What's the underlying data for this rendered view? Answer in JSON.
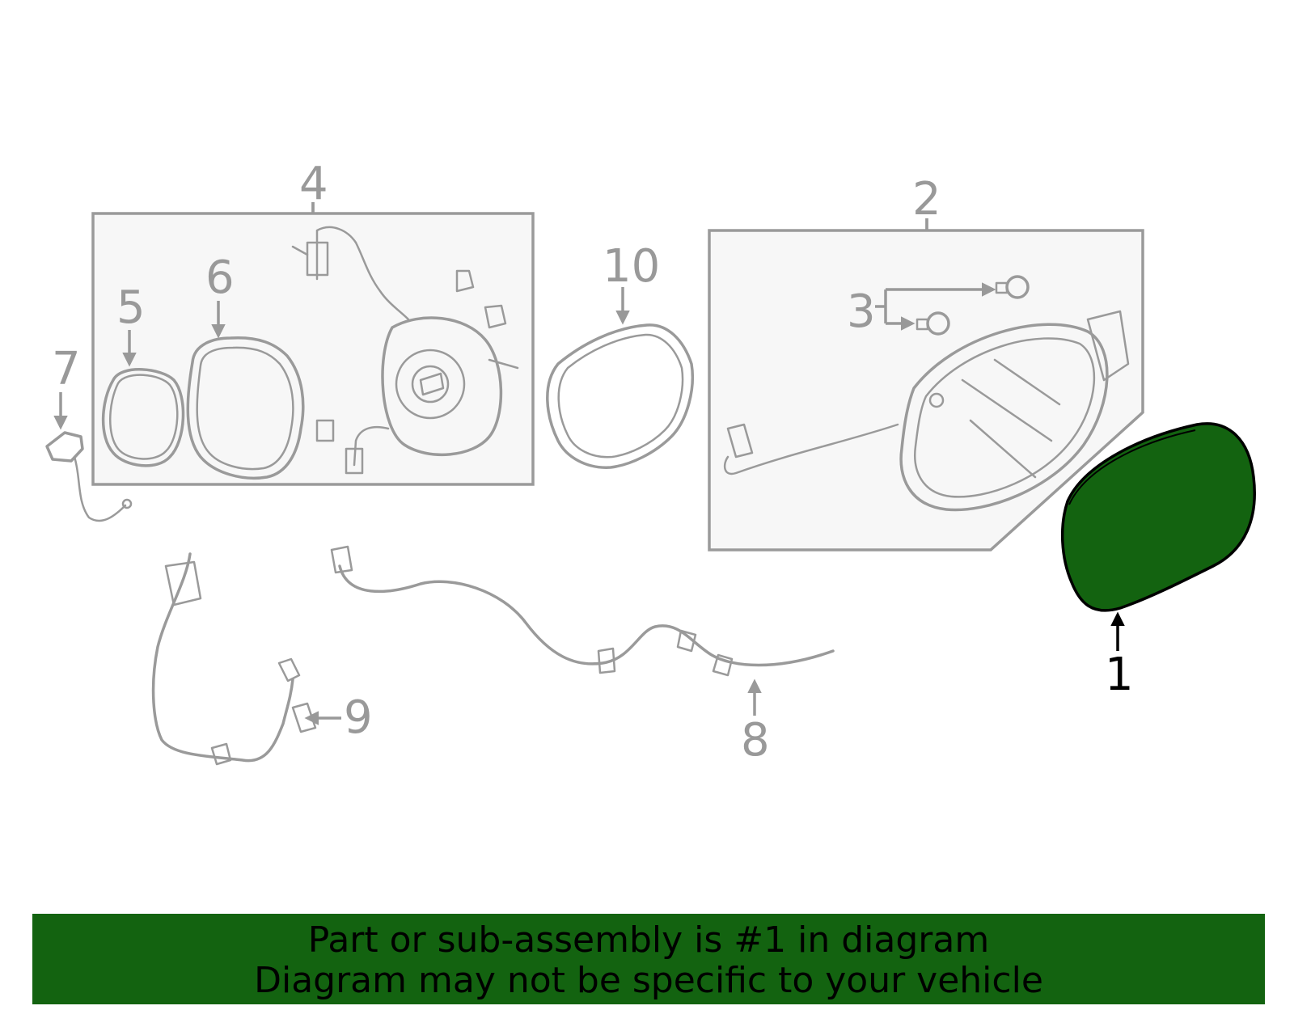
{
  "diagram": {
    "callouts": [
      {
        "id": "1",
        "label": "1",
        "highlighted": true
      },
      {
        "id": "2",
        "label": "2"
      },
      {
        "id": "3",
        "label": "3"
      },
      {
        "id": "4",
        "label": "4"
      },
      {
        "id": "5",
        "label": "5"
      },
      {
        "id": "6",
        "label": "6"
      },
      {
        "id": "7",
        "label": "7"
      },
      {
        "id": "8",
        "label": "8"
      },
      {
        "id": "9",
        "label": "9"
      },
      {
        "id": "10",
        "label": "10"
      }
    ],
    "highlight_color": "#136310",
    "line_color": "#999999"
  },
  "banner": {
    "line1": "Part or sub-assembly is #1 in diagram",
    "line2": "Diagram may not be specific to your vehicle",
    "background": "#136310"
  }
}
